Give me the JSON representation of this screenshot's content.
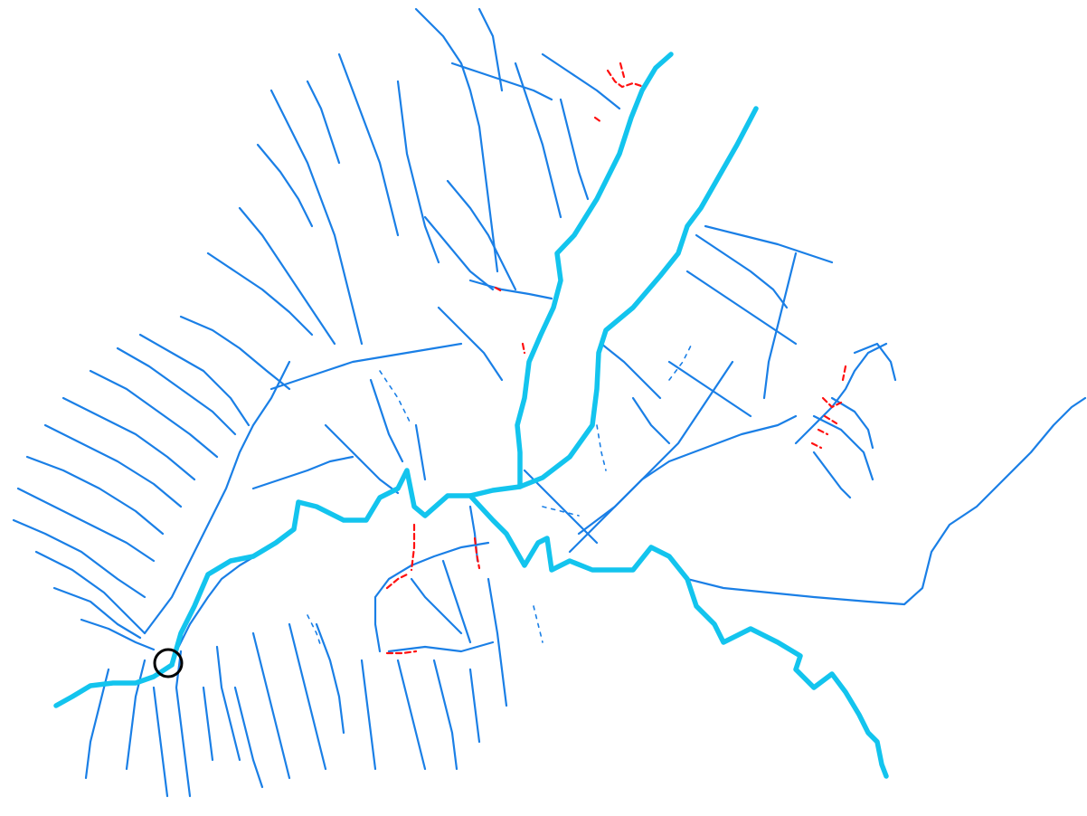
{
  "map": {
    "colors": {
      "background": "#ffffff",
      "tributary": "#1a7fe6",
      "main_channel": "#13c4ee",
      "gap_connector": "#ff1010",
      "outlet_marker": "#000000"
    },
    "layers": [
      "tributaries",
      "main-channels",
      "gap-connectors",
      "outlet-marker"
    ]
  }
}
